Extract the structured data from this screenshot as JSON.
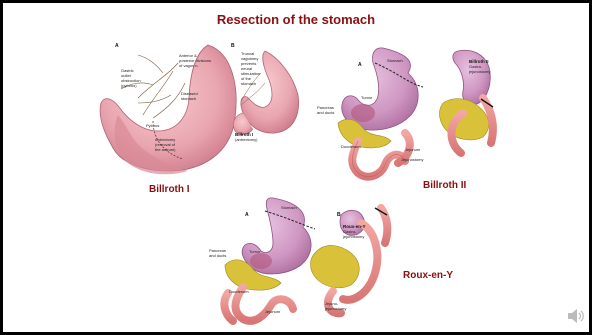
{
  "slide": {
    "title": "Resection of the stomach",
    "labels": {
      "billroth1": "Billroth I",
      "billroth2": "Billroth II",
      "rouxeny": "Roux-en-Y"
    }
  },
  "colors": {
    "title": "#8b0f0f",
    "stomach": "#e9a6b0",
    "intestine": "#e58a8a",
    "pancreas": "#d9c13a",
    "background": "#000000"
  },
  "icons": [
    "speaker-icon"
  ]
}
